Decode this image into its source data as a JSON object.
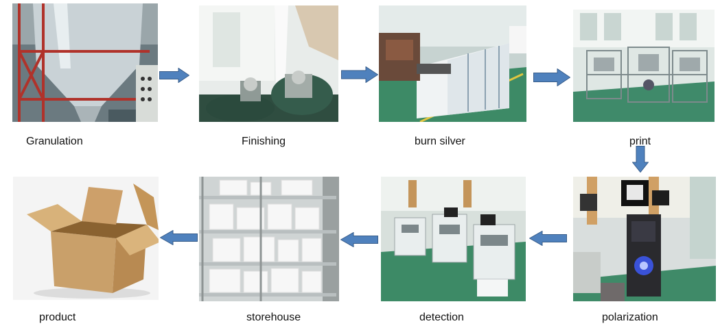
{
  "steps": [
    {
      "label": "Granulation",
      "photo": "spray-dryer-tower-photo"
    },
    {
      "label": "Finishing",
      "photo": "grinding-machine-photo"
    },
    {
      "label": "burn silver",
      "photo": "kiln-furnace-photo"
    },
    {
      "label": "print",
      "photo": "printing-line-photo"
    },
    {
      "label": "polarization",
      "photo": "polarization-station-photo"
    },
    {
      "label": "detection",
      "photo": "detection-line-photo"
    },
    {
      "label": "storehouse",
      "photo": "storage-shelves-photo"
    },
    {
      "label": "product",
      "photo": "cardboard-box-photo"
    }
  ],
  "colors": {
    "arrow_fill": "#4f81bd",
    "arrow_stroke": "#385d8a",
    "floor_green": "#3d8a66",
    "label_text": "#111111"
  }
}
